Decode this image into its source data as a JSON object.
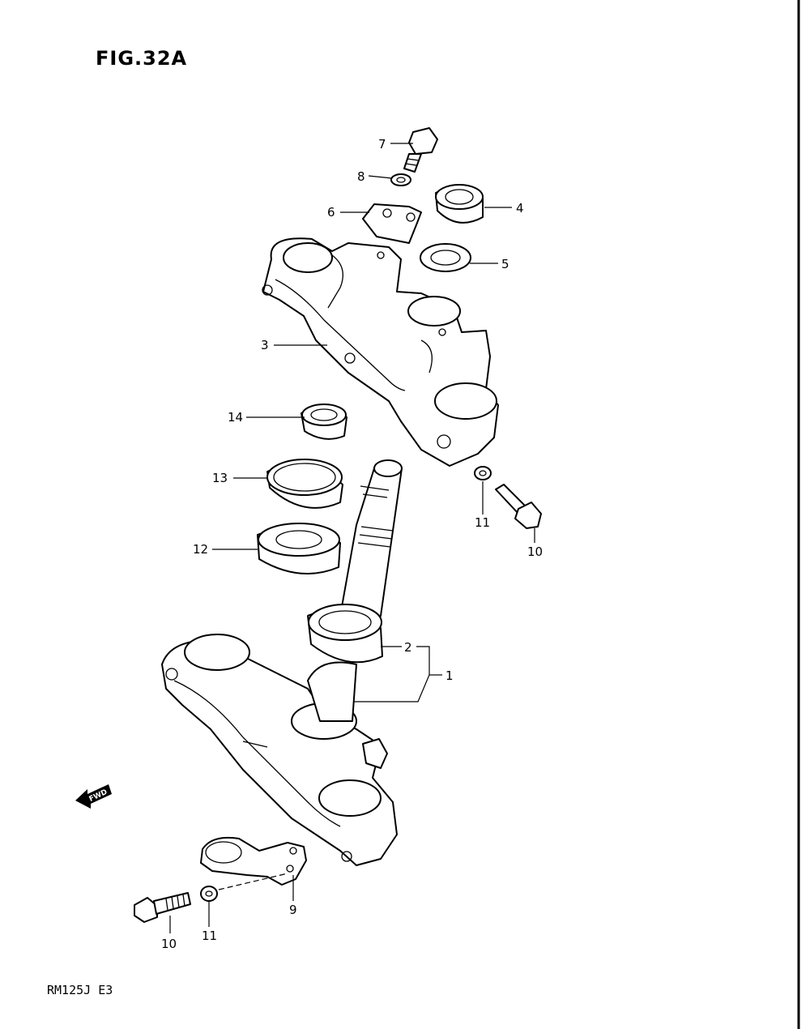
{
  "figure": {
    "title": "FIG.32A"
  },
  "model": {
    "code": "RM125J E3"
  },
  "fwd_marker": {
    "text": "FWD"
  },
  "callouts": {
    "c1": "1",
    "c2": "2",
    "c3": "3",
    "c4": "4",
    "c5": "5",
    "c6": "6",
    "c7": "7",
    "c8": "8",
    "c9": "9",
    "c10a": "10",
    "c10b": "10",
    "c11a": "11",
    "c11b": "11",
    "c12": "12",
    "c13": "13",
    "c14": "14"
  }
}
